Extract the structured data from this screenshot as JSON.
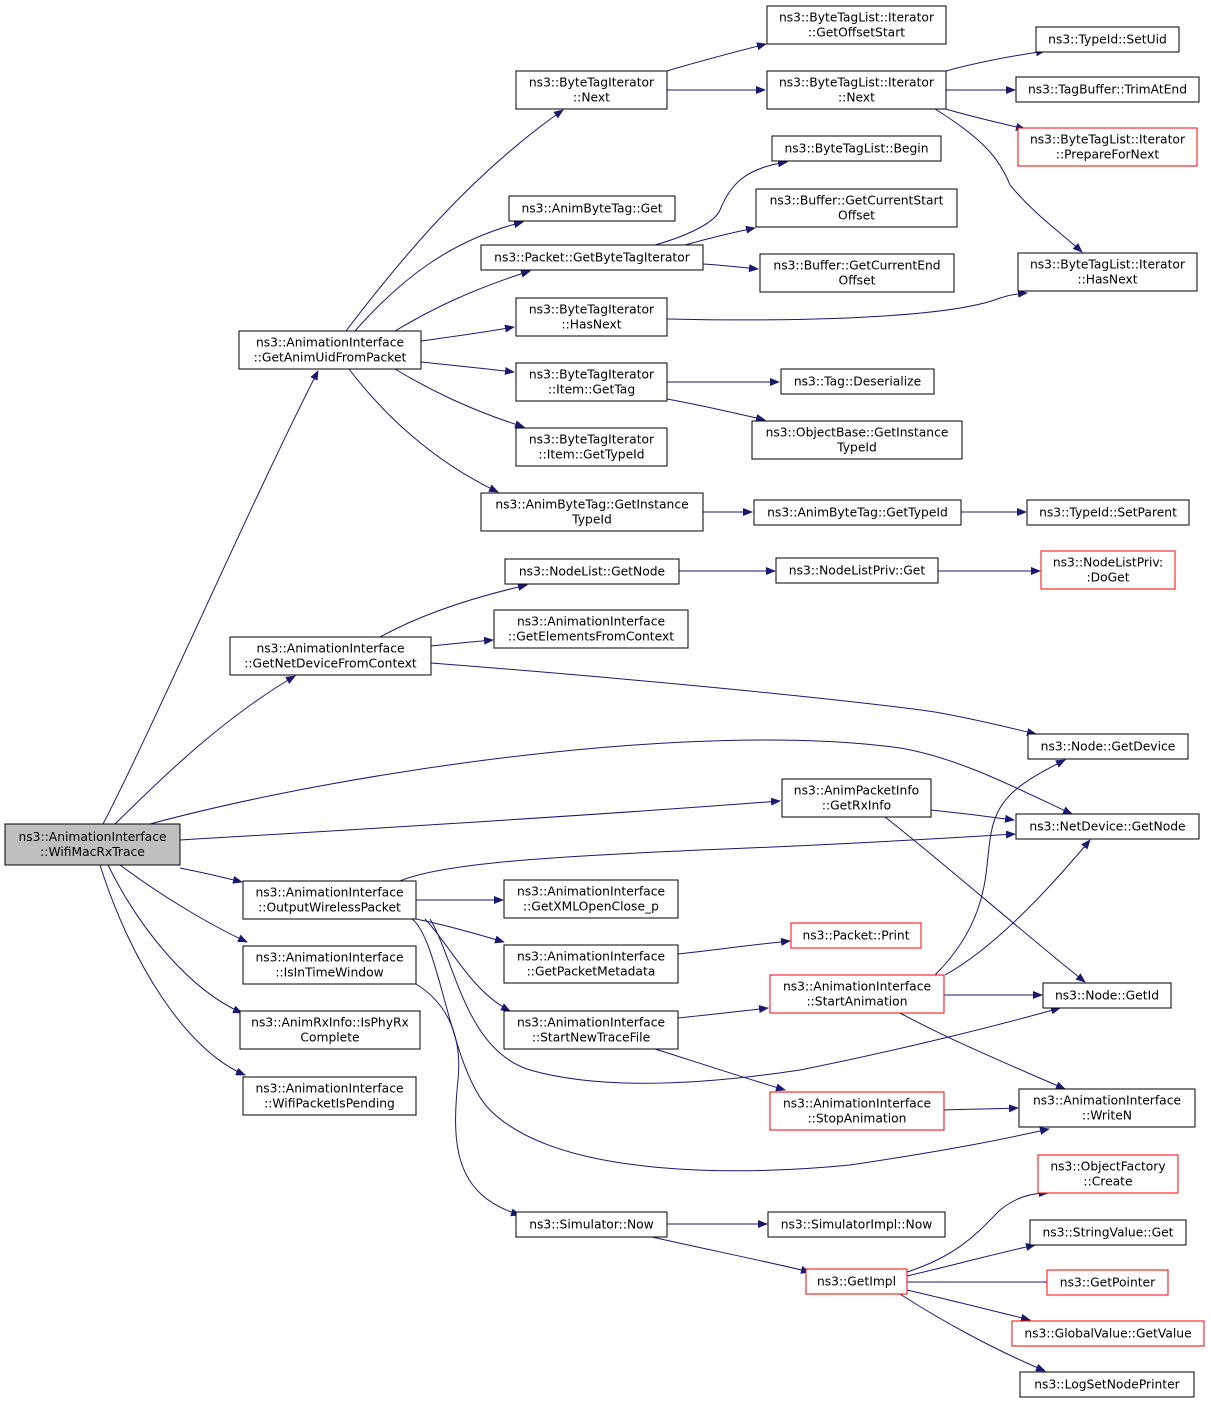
{
  "graph": {
    "edge_color": "#191970",
    "root_fill": "#bfbfbf",
    "truncated_border": "#ff0000",
    "nodes": {
      "wifimacrxtrace": {
        "lines": [
          "ns3::AnimationInterface",
          "::WifiMacRxTrace"
        ],
        "style": "root"
      },
      "getanimuid": {
        "lines": [
          "ns3::AnimationInterface",
          "::GetAnimUidFromPacket"
        ]
      },
      "getnetdevice": {
        "lines": [
          "ns3::AnimationInterface",
          "::GetNetDeviceFromContext"
        ]
      },
      "outputwireless": {
        "lines": [
          "ns3::AnimationInterface",
          "::OutputWirelessPacket"
        ]
      },
      "isintimewindow": {
        "lines": [
          "ns3::AnimationInterface",
          "::IsInTimeWindow"
        ]
      },
      "isphyrxcomplete": {
        "lines": [
          "ns3::AnimRxInfo::IsPhyRx",
          "Complete"
        ]
      },
      "wifipacketispending": {
        "lines": [
          "ns3::AnimationInterface",
          "::WifiPacketIsPending"
        ]
      },
      "btinext": {
        "lines": [
          "ns3::ByteTagIterator",
          "::Next"
        ]
      },
      "animbytetagget": {
        "lines": [
          "ns3::AnimByteTag::Get"
        ]
      },
      "getbytetagiterator": {
        "lines": [
          "ns3::Packet::GetByteTagIterator"
        ]
      },
      "btihasnext": {
        "lines": [
          "ns3::ByteTagIterator",
          "::HasNext"
        ]
      },
      "btiitemgettag": {
        "lines": [
          "ns3::ByteTagIterator",
          "::Item::GetTag"
        ]
      },
      "btiitemgettypeid": {
        "lines": [
          "ns3::ByteTagIterator",
          "::Item::GetTypeId"
        ]
      },
      "animbytetaginstance": {
        "lines": [
          "ns3::AnimByteTag::GetInstance",
          "TypeId"
        ]
      },
      "btlgetoffsetstart": {
        "lines": [
          "ns3::ByteTagList::Iterator",
          "::GetOffsetStart"
        ]
      },
      "btlnext": {
        "lines": [
          "ns3::ByteTagList::Iterator",
          "::Next"
        ]
      },
      "btlbegin": {
        "lines": [
          "ns3::ByteTagList::Begin"
        ]
      },
      "buffercurrentstart": {
        "lines": [
          "ns3::Buffer::GetCurrentStart",
          "Offset"
        ]
      },
      "buffercurrentend": {
        "lines": [
          "ns3::Buffer::GetCurrentEnd",
          "Offset"
        ]
      },
      "tagdeserialize": {
        "lines": [
          "ns3::Tag::Deserialize"
        ]
      },
      "objectbaseinstance": {
        "lines": [
          "ns3::ObjectBase::GetInstance",
          "TypeId"
        ]
      },
      "animbytetaggettypeid": {
        "lines": [
          "ns3::AnimByteTag::GetTypeId"
        ]
      },
      "typeidsetuid": {
        "lines": [
          "ns3::TypeId::SetUid"
        ]
      },
      "tagbuffertrim": {
        "lines": [
          "ns3::TagBuffer::TrimAtEnd"
        ]
      },
      "btlpreparefornext": {
        "lines": [
          "ns3::ByteTagList::Iterator",
          "::PrepareForNext"
        ],
        "style": "red"
      },
      "btlhasnext": {
        "lines": [
          "ns3::ByteTagList::Iterator",
          "::HasNext"
        ]
      },
      "typeidsetparent": {
        "lines": [
          "ns3::TypeId::SetParent"
        ]
      },
      "nodelistgetnode": {
        "lines": [
          "ns3::NodeList::GetNode"
        ]
      },
      "getelementsfromcontext": {
        "lines": [
          "ns3::AnimationInterface",
          "::GetElementsFromContext"
        ]
      },
      "nodelistprivget": {
        "lines": [
          "ns3::NodeListPriv::Get"
        ]
      },
      "nodelistprivdoget": {
        "lines": [
          "ns3::NodeListPriv:",
          ":DoGet"
        ],
        "style": "red"
      },
      "nodegetdevice": {
        "lines": [
          "ns3::Node::GetDevice"
        ]
      },
      "animpacketinfogetrxinfo": {
        "lines": [
          "ns3::AnimPacketInfo",
          "::GetRxInfo"
        ]
      },
      "netdevicegetnode": {
        "lines": [
          "ns3::NetDevice::GetNode"
        ]
      },
      "getxmlopenclose": {
        "lines": [
          "ns3::AnimationInterface",
          "::GetXMLOpenClose_p"
        ]
      },
      "getpacketmetadata": {
        "lines": [
          "ns3::AnimationInterface",
          "::GetPacketMetadata"
        ]
      },
      "startnewtracefile": {
        "lines": [
          "ns3::AnimationInterface",
          "::StartNewTraceFile"
        ]
      },
      "packetprint": {
        "lines": [
          "ns3::Packet::Print"
        ],
        "style": "red"
      },
      "startanimation": {
        "lines": [
          "ns3::AnimationInterface",
          "::StartAnimation"
        ],
        "style": "red"
      },
      "stopanimation": {
        "lines": [
          "ns3::AnimationInterface",
          "::StopAnimation"
        ],
        "style": "red"
      },
      "nodegetid": {
        "lines": [
          "ns3::Node::GetId"
        ]
      },
      "writen": {
        "lines": [
          "ns3::AnimationInterface",
          "::WriteN"
        ]
      },
      "simulatornow": {
        "lines": [
          "ns3::Simulator::Now"
        ]
      },
      "simulatorimplnow": {
        "lines": [
          "ns3::SimulatorImpl::Now"
        ]
      },
      "getimpl": {
        "lines": [
          "ns3::GetImpl"
        ],
        "style": "red"
      },
      "objectfactorycreate": {
        "lines": [
          "ns3::ObjectFactory",
          "::Create"
        ],
        "style": "red"
      },
      "stringvalueget": {
        "lines": [
          "ns3::StringValue::Get"
        ]
      },
      "getpointer": {
        "lines": [
          "ns3::GetPointer"
        ],
        "style": "red"
      },
      "globalvaluegetvalue": {
        "lines": [
          "ns3::GlobalValue::GetValue"
        ],
        "style": "red"
      },
      "logsetnodeprinter": {
        "lines": [
          "ns3::LogSetNodePrinter"
        ]
      }
    },
    "edges": [
      [
        "wifimacrxtrace",
        "getanimuid"
      ],
      [
        "wifimacrxtrace",
        "getnetdevice"
      ],
      [
        "wifimacrxtrace",
        "netdevicegetnode"
      ],
      [
        "wifimacrxtrace",
        "animpacketinfogetrxinfo"
      ],
      [
        "wifimacrxtrace",
        "outputwireless"
      ],
      [
        "wifimacrxtrace",
        "isintimewindow"
      ],
      [
        "wifimacrxtrace",
        "isphyrxcomplete"
      ],
      [
        "wifimacrxtrace",
        "wifipacketispending"
      ],
      [
        "getanimuid",
        "btinext"
      ],
      [
        "getanimuid",
        "animbytetagget"
      ],
      [
        "getanimuid",
        "getbytetagiterator"
      ],
      [
        "getanimuid",
        "btihasnext"
      ],
      [
        "getanimuid",
        "btiitemgettag"
      ],
      [
        "getanimuid",
        "btiitemgettypeid"
      ],
      [
        "getanimuid",
        "animbytetaginstance"
      ],
      [
        "btinext",
        "btlgetoffsetstart"
      ],
      [
        "btinext",
        "btlnext"
      ],
      [
        "btlnext",
        "typeidsetuid"
      ],
      [
        "btlnext",
        "tagbuffertrim"
      ],
      [
        "btlnext",
        "btlpreparefornext"
      ],
      [
        "btlnext",
        "btlhasnext"
      ],
      [
        "getbytetagiterator",
        "btlbegin"
      ],
      [
        "getbytetagiterator",
        "buffercurrentstart"
      ],
      [
        "getbytetagiterator",
        "buffercurrentend"
      ],
      [
        "btihasnext",
        "btlhasnext"
      ],
      [
        "btiitemgettag",
        "tagdeserialize"
      ],
      [
        "btiitemgettag",
        "objectbaseinstance"
      ],
      [
        "animbytetaginstance",
        "animbytetaggettypeid"
      ],
      [
        "animbytetaggettypeid",
        "typeidsetparent"
      ],
      [
        "getnetdevice",
        "nodelistgetnode"
      ],
      [
        "getnetdevice",
        "getelementsfromcontext"
      ],
      [
        "getnetdevice",
        "nodegetdevice"
      ],
      [
        "nodelistgetnode",
        "nodelistprivget"
      ],
      [
        "nodelistprivget",
        "nodelistprivdoget"
      ],
      [
        "animpacketinfogetrxinfo",
        "netdevicegetnode"
      ],
      [
        "animpacketinfogetrxinfo",
        "nodegetid"
      ],
      [
        "outputwireless",
        "netdevicegetnode"
      ],
      [
        "outputwireless",
        "getxmlopenclose"
      ],
      [
        "outputwireless",
        "getpacketmetadata"
      ],
      [
        "outputwireless",
        "startnewtracefile"
      ],
      [
        "outputwireless",
        "nodegetid"
      ],
      [
        "outputwireless",
        "writen"
      ],
      [
        "getpacketmetadata",
        "packetprint"
      ],
      [
        "startnewtracefile",
        "startanimation"
      ],
      [
        "startnewtracefile",
        "stopanimation"
      ],
      [
        "startanimation",
        "nodegetdevice"
      ],
      [
        "startanimation",
        "netdevicegetnode"
      ],
      [
        "startanimation",
        "nodegetid"
      ],
      [
        "startanimation",
        "writen"
      ],
      [
        "stopanimation",
        "writen"
      ],
      [
        "isintimewindow",
        "simulatornow"
      ],
      [
        "simulatornow",
        "simulatorimplnow"
      ],
      [
        "simulatornow",
        "getimpl"
      ],
      [
        "getimpl",
        "objectfactorycreate"
      ],
      [
        "getimpl",
        "stringvalueget"
      ],
      [
        "getimpl",
        "getpointer"
      ],
      [
        "getimpl",
        "globalvaluegetvalue"
      ],
      [
        "getimpl",
        "logsetnodeprinter"
      ]
    ]
  }
}
